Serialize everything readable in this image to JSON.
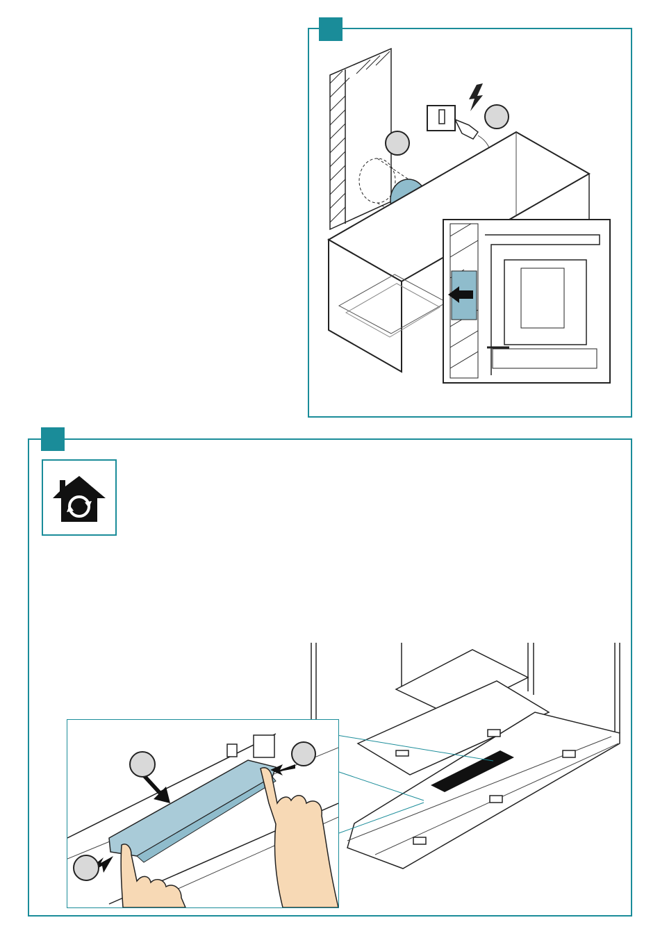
{
  "colors": {
    "accent": "#1a8c99",
    "callout_fill": "#d9d9d9",
    "duct_blue": "#8fbccc",
    "filter_blue": "#a9cbd8",
    "skin": "#f7d9b5",
    "ink": "#222222"
  },
  "icons": {
    "power": "lightning-bolt-icon",
    "service": "house-recirculation-icon",
    "arrow": "black-arrow-icon"
  },
  "steps": [
    {
      "id": "install-step",
      "callouts": 2
    },
    {
      "id": "filter-step",
      "callouts": 3
    }
  ]
}
